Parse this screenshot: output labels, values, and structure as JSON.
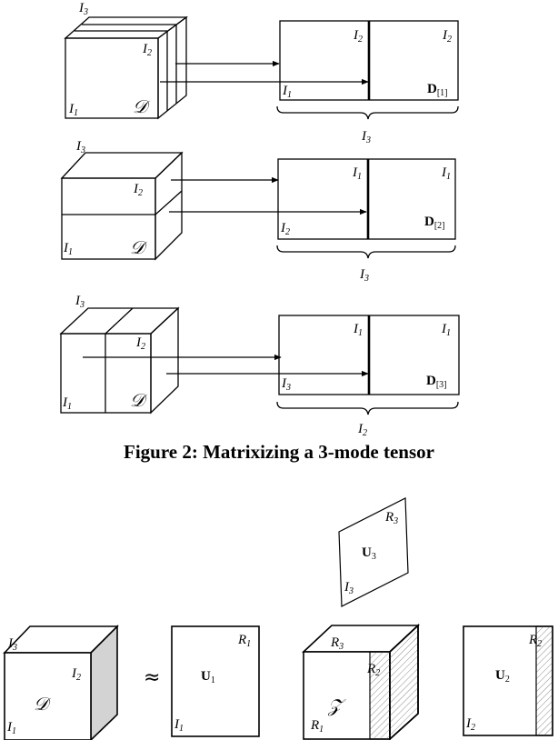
{
  "labels": {
    "I1": "I",
    "I1_sub": "1",
    "I2": "I",
    "I2_sub": "2",
    "I3": "I",
    "I3_sub": "3",
    "R1": "R",
    "R1_sub": "1",
    "R2": "R",
    "R2_sub": "2",
    "R3": "R",
    "R3_sub": "3",
    "tensor_D": "𝒟",
    "tensor_Z": "𝒵",
    "matrix_D": "D",
    "sub_1": "[1]",
    "sub_2": "[2]",
    "sub_3": "[3]",
    "U": "U",
    "U_sub1": "1",
    "U_sub2": "2",
    "U_sub3": "3",
    "approx": "≈"
  },
  "caption": "Figure 2: Matrixizing a 3-mode tensor",
  "colors": {
    "shade": "#d3d3d3",
    "hatch": "#9a9a9a"
  }
}
